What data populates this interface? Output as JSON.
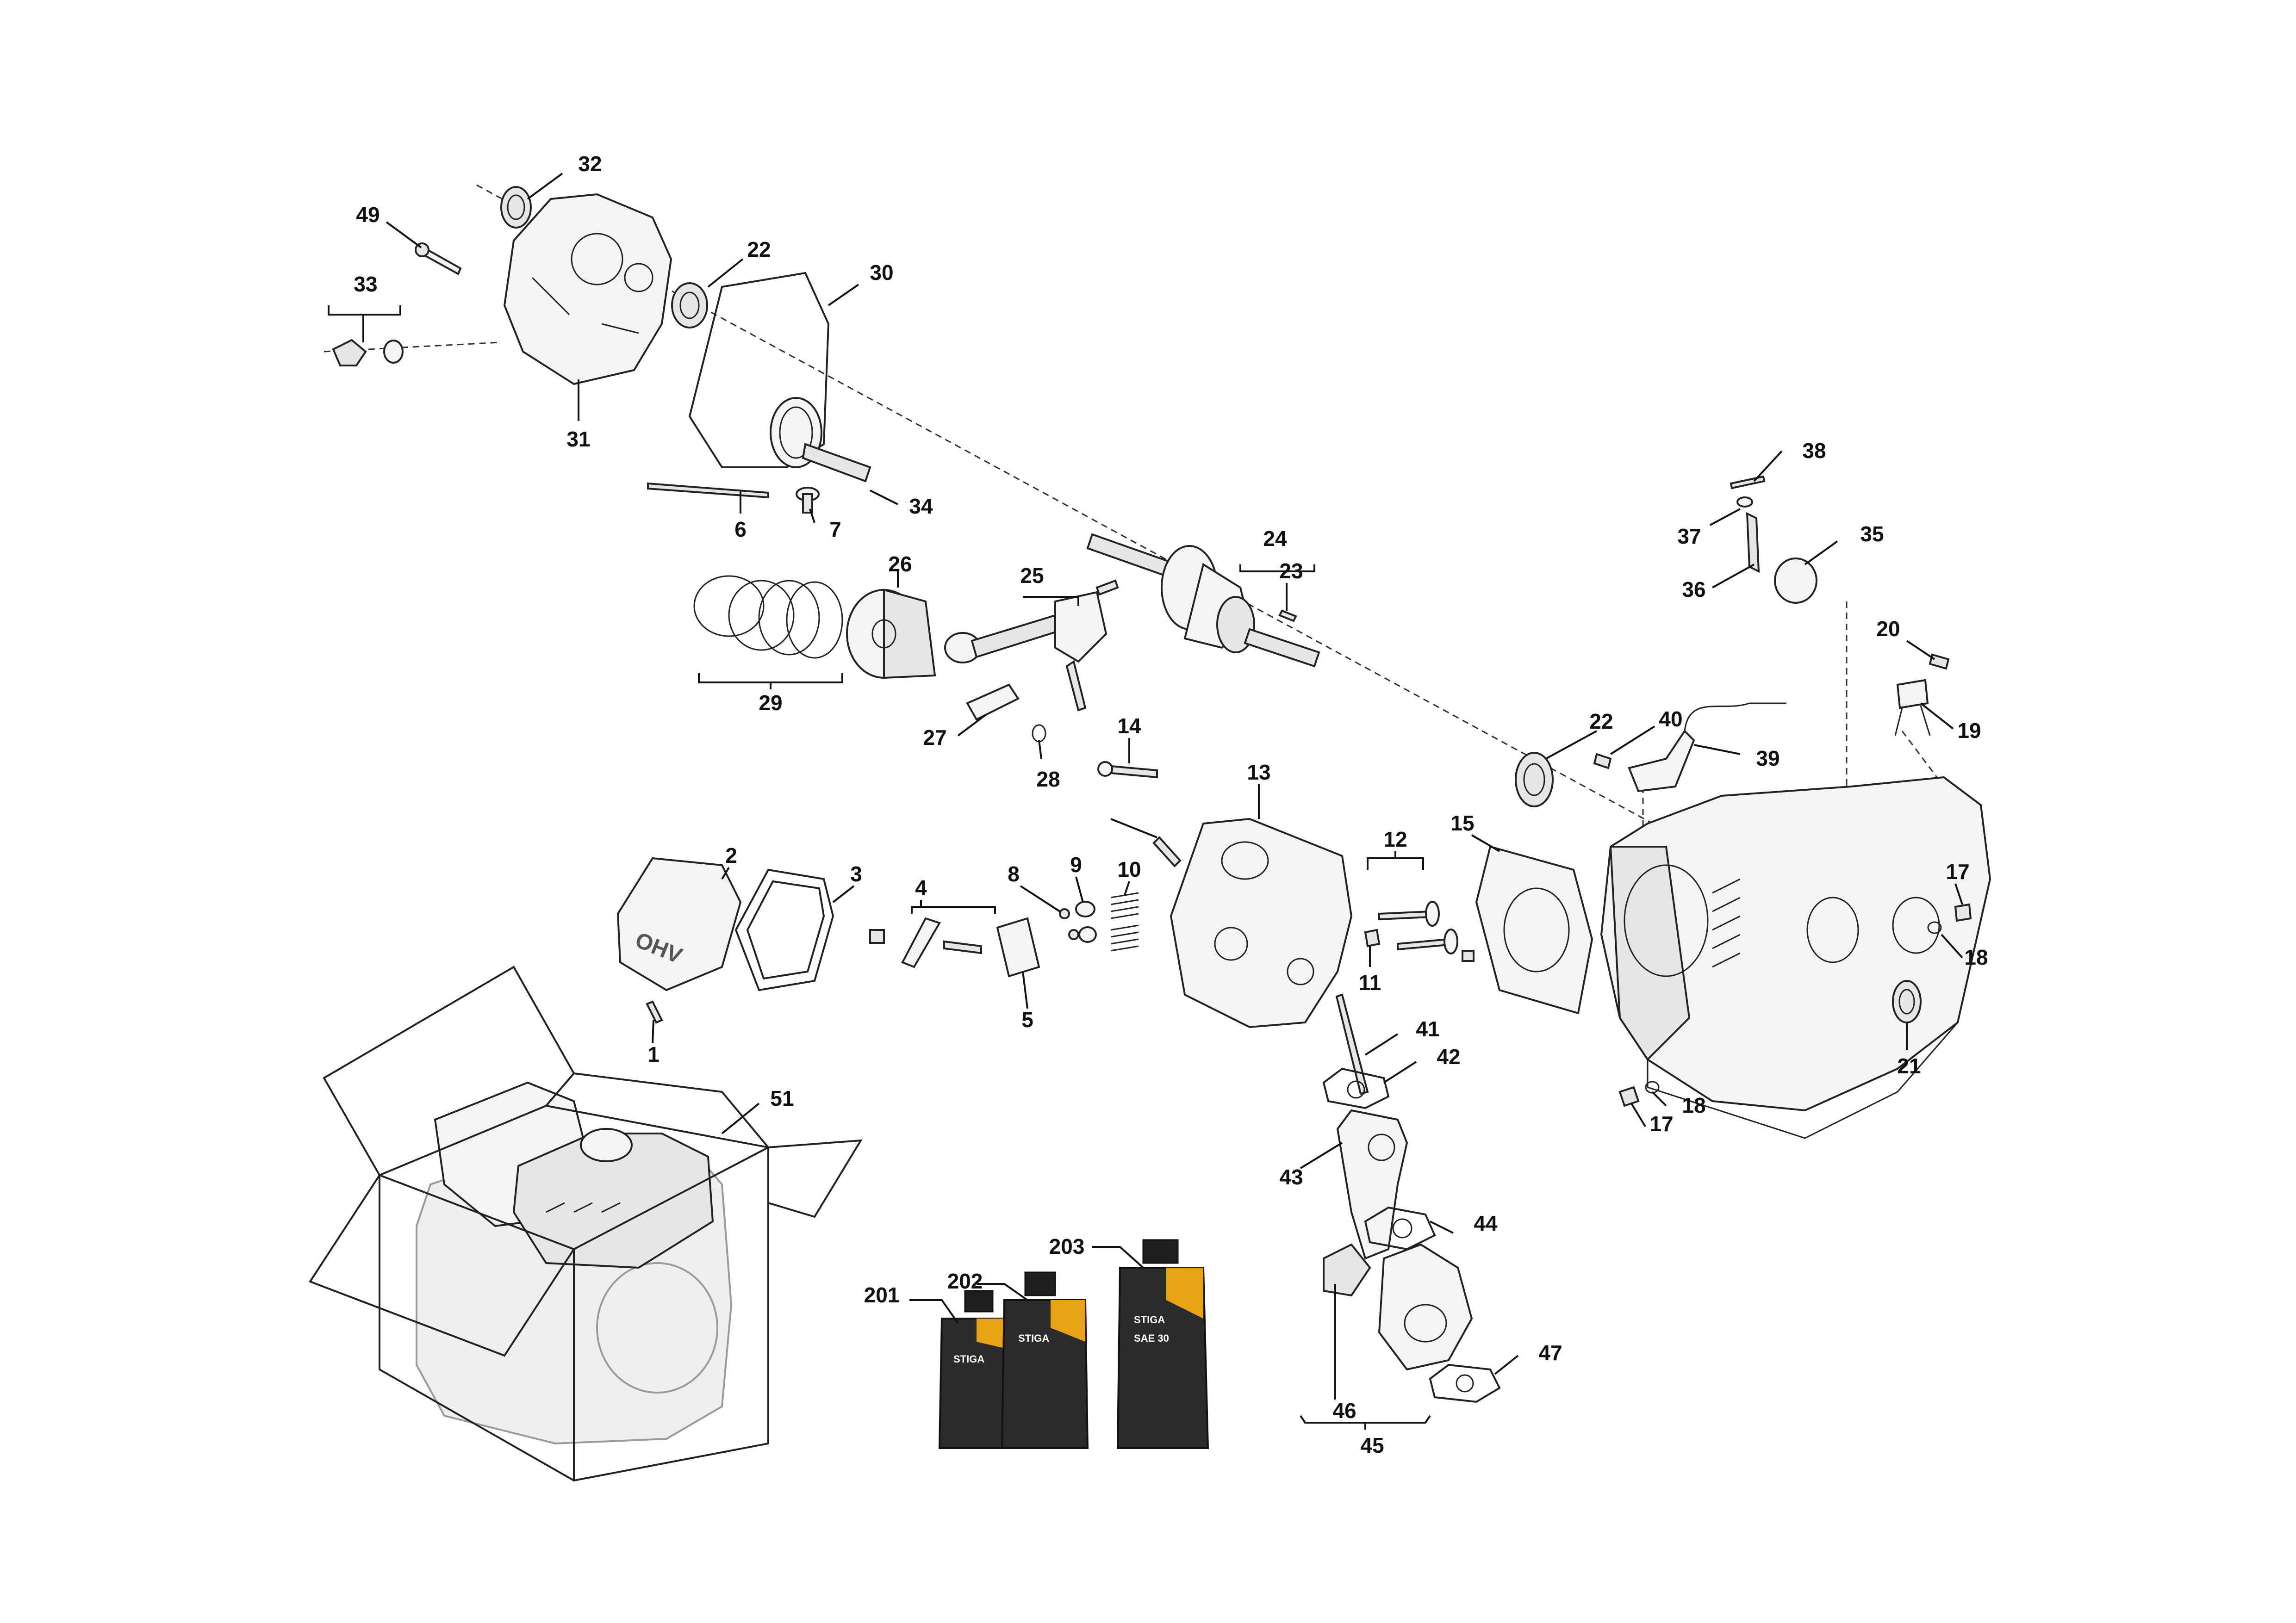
{
  "callouts": [
    {
      "n": "1"
    },
    {
      "n": "2"
    },
    {
      "n": "3"
    },
    {
      "n": "4"
    },
    {
      "n": "5"
    },
    {
      "n": "6"
    },
    {
      "n": "7"
    },
    {
      "n": "8"
    },
    {
      "n": "9"
    },
    {
      "n": "10"
    },
    {
      "n": "11"
    },
    {
      "n": "12"
    },
    {
      "n": "13"
    },
    {
      "n": "14"
    },
    {
      "n": "15"
    },
    {
      "n": "17"
    },
    {
      "n": "17"
    },
    {
      "n": "18"
    },
    {
      "n": "18"
    },
    {
      "n": "19"
    },
    {
      "n": "20"
    },
    {
      "n": "21"
    },
    {
      "n": "22"
    },
    {
      "n": "22"
    },
    {
      "n": "23"
    },
    {
      "n": "24"
    },
    {
      "n": "25"
    },
    {
      "n": "26"
    },
    {
      "n": "27"
    },
    {
      "n": "28"
    },
    {
      "n": "29"
    },
    {
      "n": "30"
    },
    {
      "n": "31"
    },
    {
      "n": "32"
    },
    {
      "n": "33"
    },
    {
      "n": "34"
    },
    {
      "n": "35"
    },
    {
      "n": "36"
    },
    {
      "n": "37"
    },
    {
      "n": "38"
    },
    {
      "n": "39"
    },
    {
      "n": "40"
    },
    {
      "n": "41"
    },
    {
      "n": "42"
    },
    {
      "n": "43"
    },
    {
      "n": "44"
    },
    {
      "n": "45"
    },
    {
      "n": "46"
    },
    {
      "n": "47"
    },
    {
      "n": "49"
    },
    {
      "n": "51"
    },
    {
      "n": "201"
    },
    {
      "n": "202"
    },
    {
      "n": "203"
    }
  ],
  "cover_text": "OHV",
  "bottle_brand": "STIGA",
  "bottle_grade": "SAE 30",
  "colors": {
    "bottle_body": "#2b2b2b",
    "bottle_stripe": "#e8a317",
    "line": "#111111"
  }
}
